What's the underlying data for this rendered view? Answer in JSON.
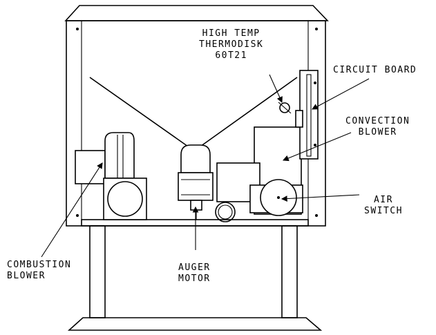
{
  "labels": {
    "high_temp": [
      "HIGH TEMP",
      "THERMODISK",
      "60T21"
    ],
    "circuit_board": [
      "CIRCUIT BOARD"
    ],
    "convection_blower": [
      "CONVECTION",
      "BLOWER"
    ],
    "air_switch": [
      "AIR",
      "SWITCH"
    ],
    "combustion_blower": [
      "COMBUSTION",
      "BLOWER"
    ],
    "auger_motor": [
      "AUGER",
      "MOTOR"
    ]
  }
}
